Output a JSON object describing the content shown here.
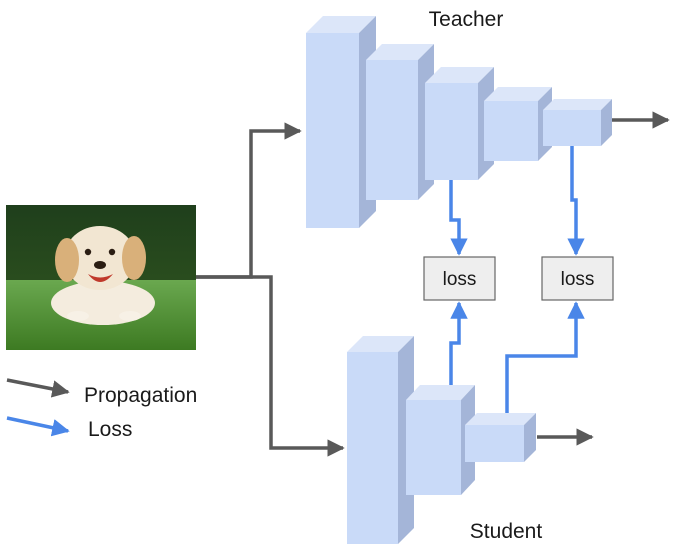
{
  "labels": {
    "teacher": "Teacher",
    "student": "Student",
    "loss_box_1": "loss",
    "loss_box_2": "loss"
  },
  "legend": {
    "propagation": "Propagation",
    "loss": "Loss"
  },
  "colors": {
    "propagation_arrow": "#595959",
    "loss_arrow": "#4a86e8",
    "block_front": "#c9daf8",
    "block_top": "#dce6f9",
    "block_side": "#a4b5d8",
    "loss_box_fill": "#eeeeee",
    "loss_box_stroke": "#666666"
  },
  "image": {
    "subject": "golden retriever puppy lying on grass"
  }
}
